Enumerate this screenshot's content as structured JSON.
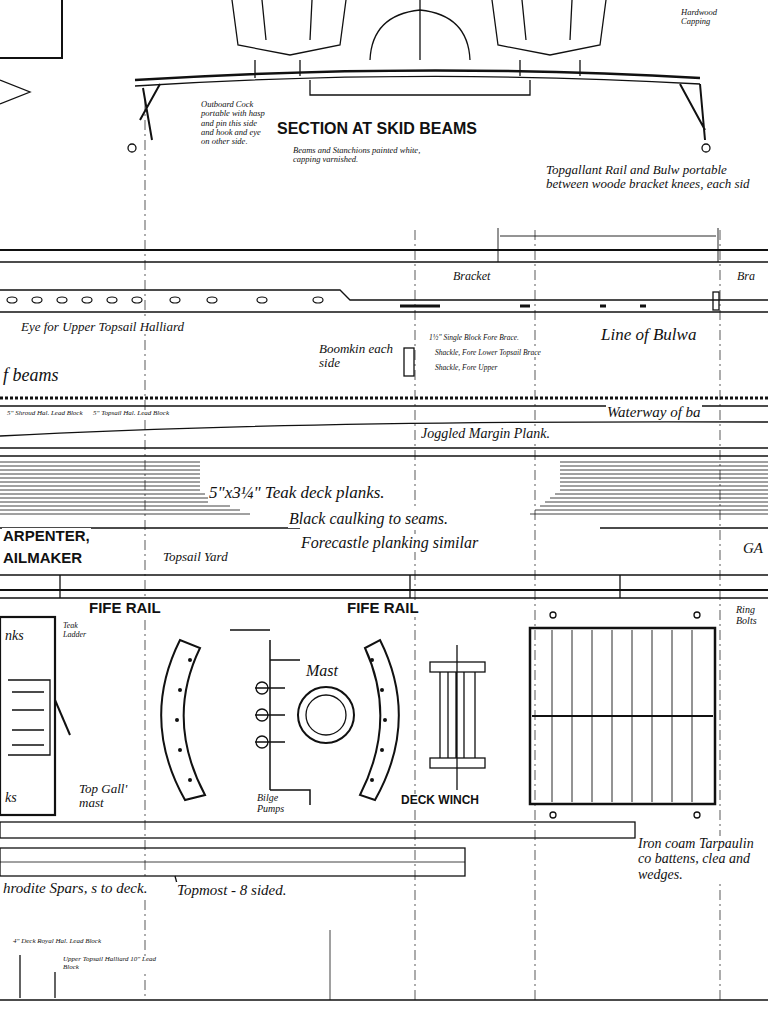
{
  "diagram": {
    "labels": [
      "Outboard Cock portable with hasp and pin this side and hook and eye on other side.",
      "SECTION AT SKID BEAMS",
      "Beams and Stanchions painted white, capping varnished.",
      "Hardwood Capping",
      "Topgallant Rail and Bulw portable between woode bracket knees, each sid",
      "Bracket",
      "Bra",
      "Eye for Upper Topsail Halliard",
      "Boomkin each side",
      "1½\" Single Block Fore Brace.",
      "Shackle, Fore Lower Topsail Brace",
      "Shackle, Fore Upper",
      "Line of Bulwa",
      "f beams",
      "5\" Shroud Hal. Lead Block",
      "5\" Topsail Hal. Lead Block",
      "Waterway of ba",
      "Joggled Margin Plank.",
      "5\"x3¼\" Teak deck planks.",
      "Black caulking to seams.",
      "Forecastle planking similar",
      "ARPENTER,",
      "AILMAKER",
      "Topsail Yard",
      "GA",
      "FIFE RAIL",
      "FIFE RAIL",
      "Mast",
      "Teak Ladder",
      "Top Gall' mast",
      "Bilge Pumps",
      "DECK WINCH",
      "Ring Bolts",
      "Iron coam Tarpaulin co battens, clea and wedges.",
      "hrodite Spars, s to deck.",
      "Topmost - 8 sided.",
      "4\" Deck Royal Hal. Lead Block",
      "Upper Topsail Halliard 10\" Lead Block",
      "nks",
      "ks"
    ]
  }
}
